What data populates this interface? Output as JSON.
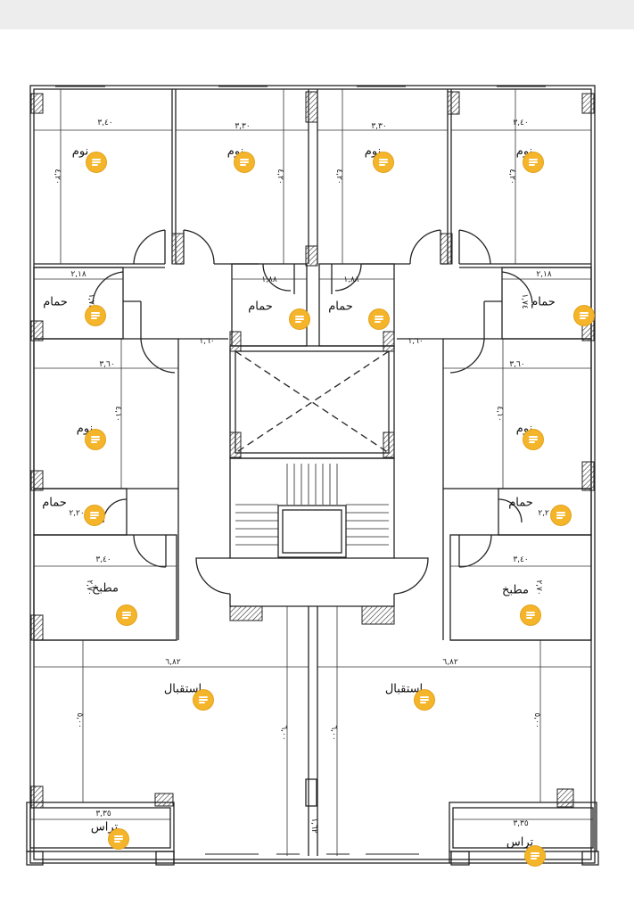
{
  "rooms": [
    {
      "id": "bed-tl",
      "label": "نوم"
    },
    {
      "id": "bed-tml",
      "label": "نوم"
    },
    {
      "id": "bed-tmr",
      "label": "نوم"
    },
    {
      "id": "bed-tr",
      "label": "نوم"
    },
    {
      "id": "bath-l",
      "label": "حمام"
    },
    {
      "id": "bath-ml",
      "label": "حمام"
    },
    {
      "id": "bath-mr",
      "label": "حمام"
    },
    {
      "id": "bath-r",
      "label": "حمام"
    },
    {
      "id": "bed-ml",
      "label": "نوم"
    },
    {
      "id": "bed-mr",
      "label": "نوم"
    },
    {
      "id": "bath2-l",
      "label": "حمام"
    },
    {
      "id": "bath2-r",
      "label": "حمام"
    },
    {
      "id": "kitchen-l",
      "label": "مطبخ"
    },
    {
      "id": "kitchen-r",
      "label": "مطبخ"
    },
    {
      "id": "living-l",
      "label": "استقبال"
    },
    {
      "id": "living-r",
      "label": "استقبال"
    },
    {
      "id": "terrace-l",
      "label": "تراس"
    },
    {
      "id": "terrace-r",
      "label": "تراس"
    }
  ],
  "dimensions": [
    "٣,٤٠",
    "٣,٣٠",
    "٣,٣٠",
    "٣,٤٠",
    "٤,٢٠",
    "٤,٢٠",
    "٤,٢٠",
    "٤,٢٠",
    "٢,١٨",
    "١,٨٨",
    "١,٨٨",
    "٢,١٨",
    "١,٧٤",
    "١,٧٤",
    "٣,٦٠",
    "٣,٦٠",
    "٤,١٠",
    "٤,١٠",
    "٢,٢٠",
    "٢,٢٠",
    "٣,٤٠",
    "٣,٤٠",
    "٢,٧٠",
    "٢,٧٠",
    "٦,٨٢",
    "٦,٨٢",
    "٥,٠٠",
    "٥,٠٠",
    "٦,٠٠",
    "٦,٠٠",
    "٣,٣٥",
    "٣,٣٥",
    "١,٦٢",
    "١,٦٠",
    "١,٦٠"
  ],
  "colors": {
    "pin": "#f5b52a",
    "wall": "#222222",
    "background": "#ffffff"
  },
  "icons": {
    "pin": "note-pin-icon"
  }
}
